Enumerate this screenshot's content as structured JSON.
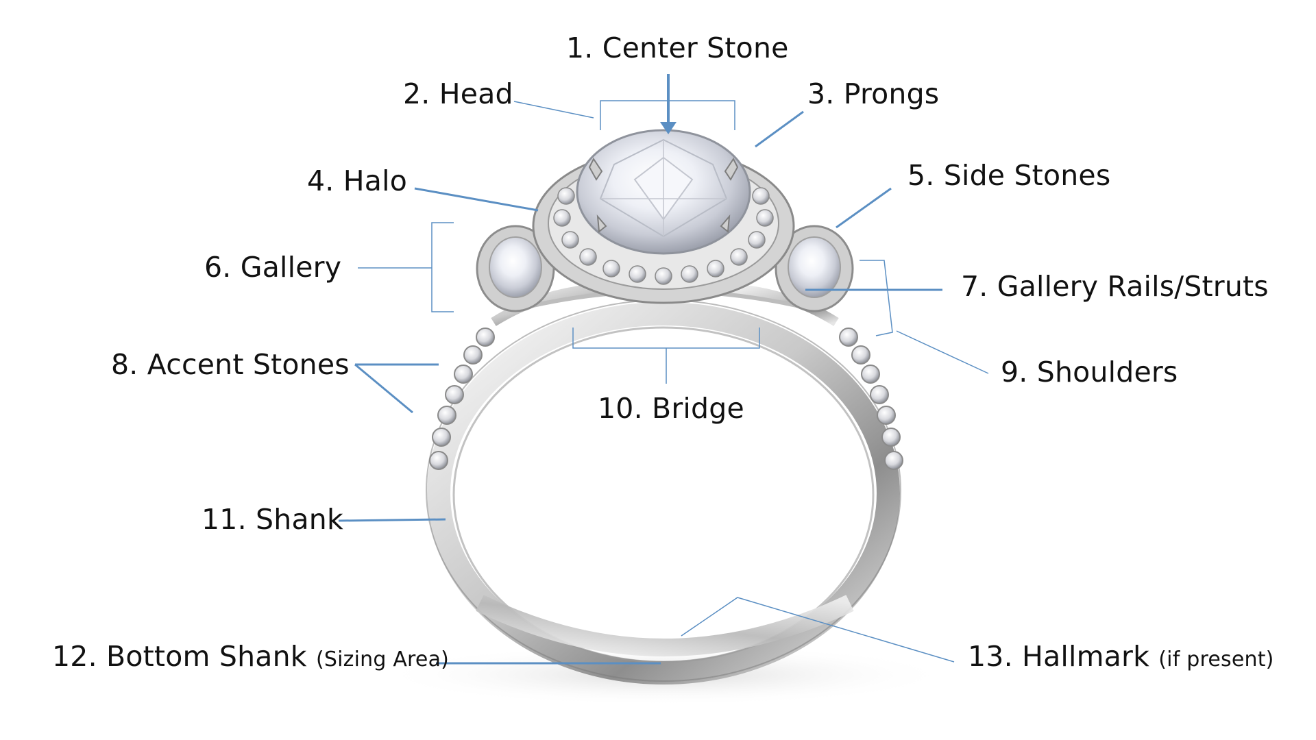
{
  "diagram": {
    "line_color": "#5b8fc3",
    "labels": {
      "center_stone": "1. Center Stone",
      "head": "2. Head",
      "prongs": "3. Prongs",
      "halo": "4. Halo",
      "side_stones": "5. Side Stones",
      "gallery": "6. Gallery",
      "gallery_rails": "7. Gallery Rails/Struts",
      "accent_stones": "8. Accent Stones",
      "shoulders": "9. Shoulders",
      "bridge": "10. Bridge",
      "shank": "11. Shank",
      "bottom_shank": "12. Bottom Shank",
      "bottom_shank_note": "(Sizing Area)",
      "hallmark": "13. Hallmark",
      "hallmark_note": "(if present)"
    }
  }
}
